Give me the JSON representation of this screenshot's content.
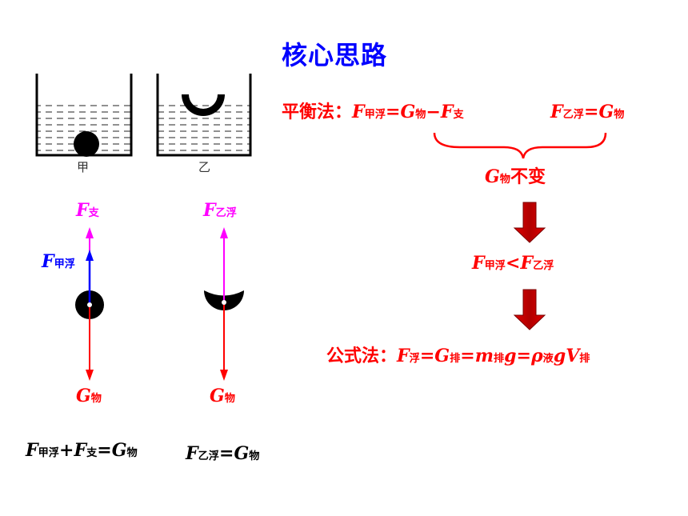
{
  "title": "核心思路",
  "beaker_labels": {
    "jia": "甲",
    "yi": "乙"
  },
  "jia_forces": {
    "support": {
      "main": "F",
      "sub": "支"
    },
    "buoyancy": {
      "main": "F",
      "sub": "甲浮"
    },
    "gravity": {
      "main": "G",
      "sub": "物"
    }
  },
  "yi_forces": {
    "buoyancy": {
      "main": "F",
      "sub": "乙浮"
    },
    "gravity": {
      "main": "G",
      "sub": "物"
    }
  },
  "eq_jia": [
    {
      "t": "F",
      "c": "blk",
      "k": "i"
    },
    {
      "t": "甲浮",
      "c": "blk",
      "k": "sub"
    },
    {
      "t": "+",
      "c": "blk",
      "k": "n"
    },
    {
      "t": "F",
      "c": "blk",
      "k": "i"
    },
    {
      "t": "支",
      "c": "blk",
      "k": "sub"
    },
    {
      "t": "=",
      "c": "blk",
      "k": "n"
    },
    {
      "t": "G",
      "c": "blk",
      "k": "i"
    },
    {
      "t": "物",
      "c": "blk",
      "k": "sub"
    }
  ],
  "eq_yi": [
    {
      "t": "F",
      "c": "blk",
      "k": "i"
    },
    {
      "t": "乙浮",
      "c": "blk",
      "k": "sub"
    },
    {
      "t": "=",
      "c": "blk",
      "k": "n"
    },
    {
      "t": "G",
      "c": "blk",
      "k": "i"
    },
    {
      "t": "物",
      "c": "blk",
      "k": "sub"
    }
  ],
  "balance_a": [
    {
      "t": "平衡法：",
      "c": "red",
      "k": "n"
    },
    {
      "t": "F",
      "c": "red",
      "k": "i"
    },
    {
      "t": "甲浮",
      "c": "red",
      "k": "sub"
    },
    {
      "t": "=",
      "c": "red",
      "k": "n"
    },
    {
      "t": "G",
      "c": "red",
      "k": "i"
    },
    {
      "t": "物",
      "c": "red",
      "k": "sub"
    },
    {
      "t": "−",
      "c": "red",
      "k": "n"
    },
    {
      "t": "F",
      "c": "red",
      "k": "i"
    },
    {
      "t": "支",
      "c": "red",
      "k": "sub"
    }
  ],
  "balance_b": [
    {
      "t": "F",
      "c": "red",
      "k": "i"
    },
    {
      "t": "乙浮",
      "c": "red",
      "k": "sub"
    },
    {
      "t": "=",
      "c": "red",
      "k": "n"
    },
    {
      "t": "G",
      "c": "red",
      "k": "i"
    },
    {
      "t": "物",
      "c": "red",
      "k": "sub"
    }
  ],
  "unchanged": [
    {
      "t": "G",
      "c": "red",
      "k": "i"
    },
    {
      "t": "物",
      "c": "red",
      "k": "sub"
    },
    {
      "t": "不变",
      "c": "red",
      "k": "n"
    }
  ],
  "compare": [
    {
      "t": "F",
      "c": "red",
      "k": "i"
    },
    {
      "t": "甲浮",
      "c": "red",
      "k": "sub"
    },
    {
      "t": "<",
      "c": "red",
      "k": "n"
    },
    {
      "t": "F",
      "c": "red",
      "k": "i"
    },
    {
      "t": "乙浮",
      "c": "red",
      "k": "sub"
    }
  ],
  "formula": [
    {
      "t": "公式法：",
      "c": "red",
      "k": "n"
    },
    {
      "t": "F",
      "c": "red",
      "k": "i"
    },
    {
      "t": "浮",
      "c": "red",
      "k": "sub"
    },
    {
      "t": "=",
      "c": "red",
      "k": "n"
    },
    {
      "t": "G",
      "c": "red",
      "k": "i"
    },
    {
      "t": "排",
      "c": "red",
      "k": "sub"
    },
    {
      "t": "=",
      "c": "red",
      "k": "n"
    },
    {
      "t": "m",
      "c": "red",
      "k": "i"
    },
    {
      "t": "排",
      "c": "red",
      "k": "sub"
    },
    {
      "t": "g",
      "c": "red",
      "k": "i"
    },
    {
      "t": "=",
      "c": "red",
      "k": "n"
    },
    {
      "t": "ρ",
      "c": "red",
      "k": "i"
    },
    {
      "t": "液",
      "c": "red",
      "k": "sub"
    },
    {
      "t": "g",
      "c": "red",
      "k": "i"
    },
    {
      "t": "V",
      "c": "red",
      "k": "i"
    },
    {
      "t": "排",
      "c": "red",
      "k": "sub"
    }
  ],
  "colors": {
    "red": "#ff0000",
    "magenta": "#ff00ff",
    "blue": "#0000ff",
    "arrow_red": "#cc0000"
  }
}
